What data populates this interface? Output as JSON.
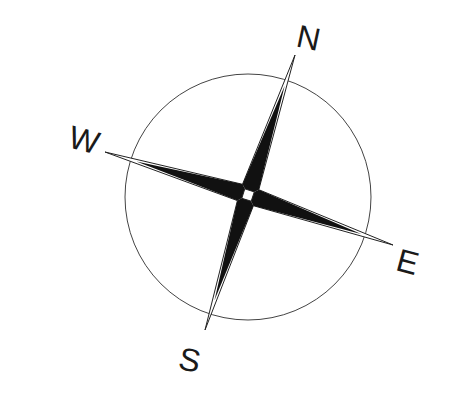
{
  "diagram": {
    "labels": [
      "N",
      "W",
      "E",
      "S"
    ]
  }
}
